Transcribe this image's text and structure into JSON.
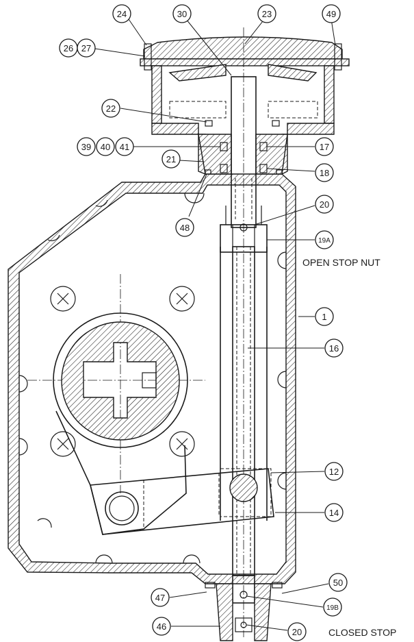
{
  "balloons": [
    {
      "id": "24",
      "label": "24"
    },
    {
      "id": "30",
      "label": "30"
    },
    {
      "id": "23",
      "label": "23"
    },
    {
      "id": "49",
      "label": "49"
    },
    {
      "id": "26",
      "label": "26"
    },
    {
      "id": "27",
      "label": "27"
    },
    {
      "id": "22",
      "label": "22"
    },
    {
      "id": "39",
      "label": "39"
    },
    {
      "id": "40",
      "label": "40"
    },
    {
      "id": "41",
      "label": "41"
    },
    {
      "id": "17",
      "label": "17"
    },
    {
      "id": "21",
      "label": "21"
    },
    {
      "id": "18",
      "label": "18"
    },
    {
      "id": "20a",
      "label": "20"
    },
    {
      "id": "48",
      "label": "48"
    },
    {
      "id": "19A",
      "label": "19A"
    },
    {
      "id": "1",
      "label": "1"
    },
    {
      "id": "16",
      "label": "16"
    },
    {
      "id": "12",
      "label": "12"
    },
    {
      "id": "14",
      "label": "14"
    },
    {
      "id": "50",
      "label": "50"
    },
    {
      "id": "47",
      "label": "47"
    },
    {
      "id": "19B",
      "label": "19B"
    },
    {
      "id": "46",
      "label": "46"
    },
    {
      "id": "20b",
      "label": "20"
    }
  ],
  "notes": {
    "open_stop": "OPEN STOP NUT",
    "closed_stop": "CLOSED STOP"
  }
}
